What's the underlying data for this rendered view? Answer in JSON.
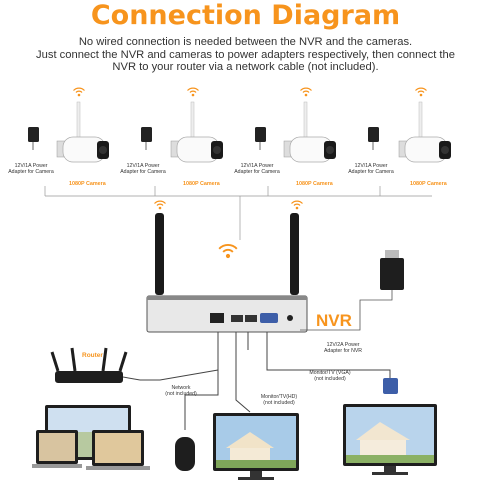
{
  "header": {
    "title": "Connection Diagram",
    "desc_line1": "No wired connection is needed between the NVR and the cameras.",
    "desc_line2": "Just connect the NVR and cameras to power adapters respectively, then connect the",
    "desc_line3": "NVR to your router via a network cable (not included)."
  },
  "cameras": [
    {
      "adapter": "12V/1A Power\nAdapter for Camera",
      "label": "1080P Camera"
    },
    {
      "adapter": "12V/1A Power\nAdapter for Camera",
      "label": "1080P Camera"
    },
    {
      "adapter": "12V/1A Power\nAdapter for Camera",
      "label": "1080P Camera"
    },
    {
      "adapter": "12V/1A Power\nAdapter for Camera",
      "label": "1080P Camera"
    }
  ],
  "nvr": {
    "label": "NVR",
    "adapter": "12V/2A Power\nAdapter for NVR"
  },
  "router": {
    "label": "Router"
  },
  "outputs": {
    "network": "Network\n(not included)",
    "hdmi": "Monitor/TV(HD)\n(not included)",
    "vga": "Monitor/TV (VGA)\n(not included)"
  },
  "colors": {
    "accent": "#f7941d",
    "device": "#1e1e1e",
    "line": "#999999"
  }
}
